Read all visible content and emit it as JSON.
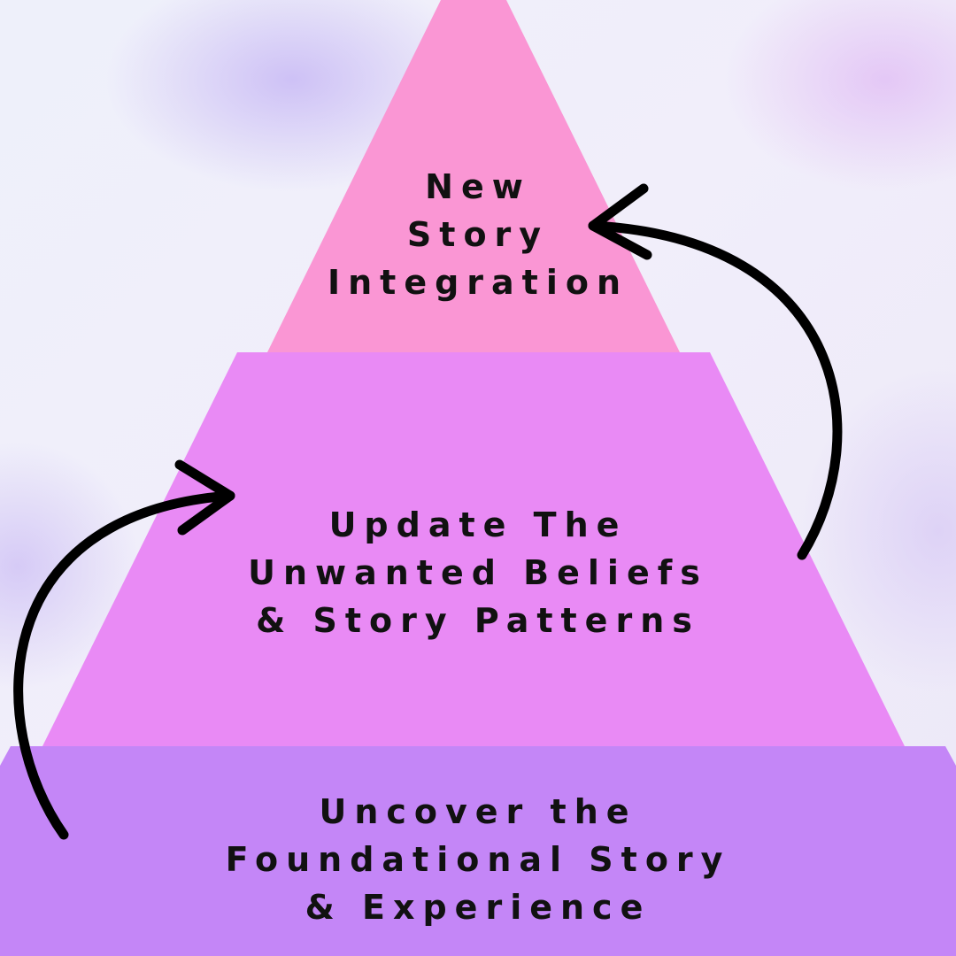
{
  "tiers": {
    "top": {
      "lines": [
        "New",
        "Story",
        "Integration"
      ],
      "color": "#fa96d4"
    },
    "middle": {
      "lines": [
        "Update The",
        "Unwanted Beliefs",
        "& Story Patterns"
      ],
      "color": "#e98af5"
    },
    "bottom": {
      "lines": [
        "Uncover the",
        "Foundational Story",
        "& Experience"
      ],
      "color": "#c486f7"
    }
  },
  "arrows": {
    "color": "#000000"
  }
}
